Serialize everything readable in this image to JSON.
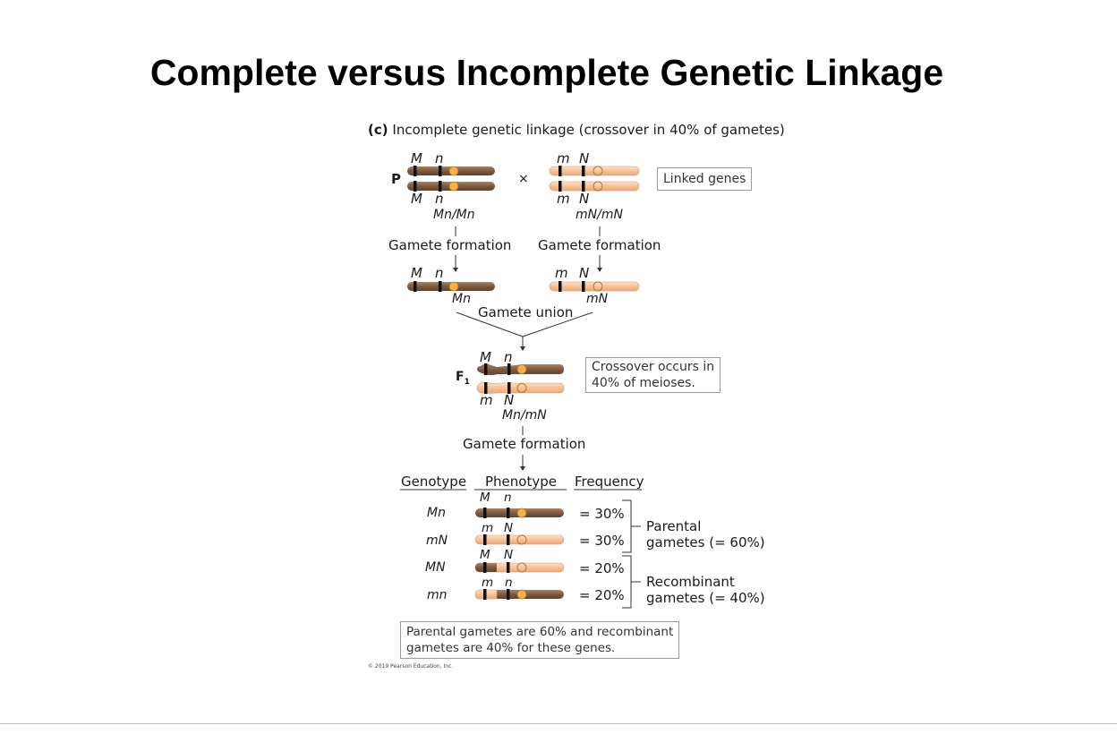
{
  "title": "Complete versus Incomplete Genetic Linkage",
  "panel": {
    "letter": "(c)",
    "caption": "Incomplete genetic linkage (crossover in 40% of gametes)"
  },
  "parental": {
    "p_label": "P",
    "cross_symbol": "×",
    "left": {
      "top_alleles": [
        "M",
        "n"
      ],
      "bottom_alleles": [
        "M",
        "n"
      ],
      "genotype": "Mn/Mn"
    },
    "right": {
      "top_alleles": [
        "m",
        "N"
      ],
      "bottom_alleles": [
        "m",
        "N"
      ],
      "genotype": "mN/mN"
    },
    "linked_note": "Linked genes"
  },
  "gamete_formation_label": "Gamete formation",
  "gametes": {
    "left": {
      "alleles": [
        "M",
        "n"
      ],
      "genotype": "Mn"
    },
    "right": {
      "alleles": [
        "m",
        "N"
      ],
      "genotype": "mN"
    },
    "union_label": "Gamete union"
  },
  "f1": {
    "label": "F",
    "subscript": "1",
    "top_alleles": [
      "M",
      "n"
    ],
    "bottom_alleles": [
      "m",
      "N"
    ],
    "genotype": "Mn/mN",
    "crossover_note": [
      "Crossover occurs in",
      "40% of meioses."
    ]
  },
  "results_table": {
    "headers": [
      "Genotype",
      "Phenotype",
      "Frequency"
    ],
    "rows": [
      {
        "genotype": "Mn",
        "alleles": [
          "M",
          "n"
        ],
        "frequency": "= 30%",
        "frequency_pct": 30
      },
      {
        "genotype": "mN",
        "alleles": [
          "m",
          "N"
        ],
        "frequency": "= 30%",
        "frequency_pct": 30
      },
      {
        "genotype": "MN",
        "alleles": [
          "M",
          "N"
        ],
        "frequency": "= 20%",
        "frequency_pct": 20
      },
      {
        "genotype": "mn",
        "alleles": [
          "m",
          "n"
        ],
        "frequency": "= 20%",
        "frequency_pct": 20
      }
    ],
    "groups": [
      {
        "line1": "Parental",
        "line2": "gametes (= 60%)"
      },
      {
        "line1": "Recombinant",
        "line2": "gametes (= 40%)"
      }
    ]
  },
  "summary_note": [
    "Parental gametes are 60% and recombinant",
    "gametes are 40% for these genes."
  ],
  "copyright": "© 2019 Pearson Education, Inc.",
  "colors": {
    "dark_chromosome": "#8a6648",
    "light_chromosome": "#f6c9a0",
    "centromere": "#f5b04a",
    "band": "#111111"
  }
}
